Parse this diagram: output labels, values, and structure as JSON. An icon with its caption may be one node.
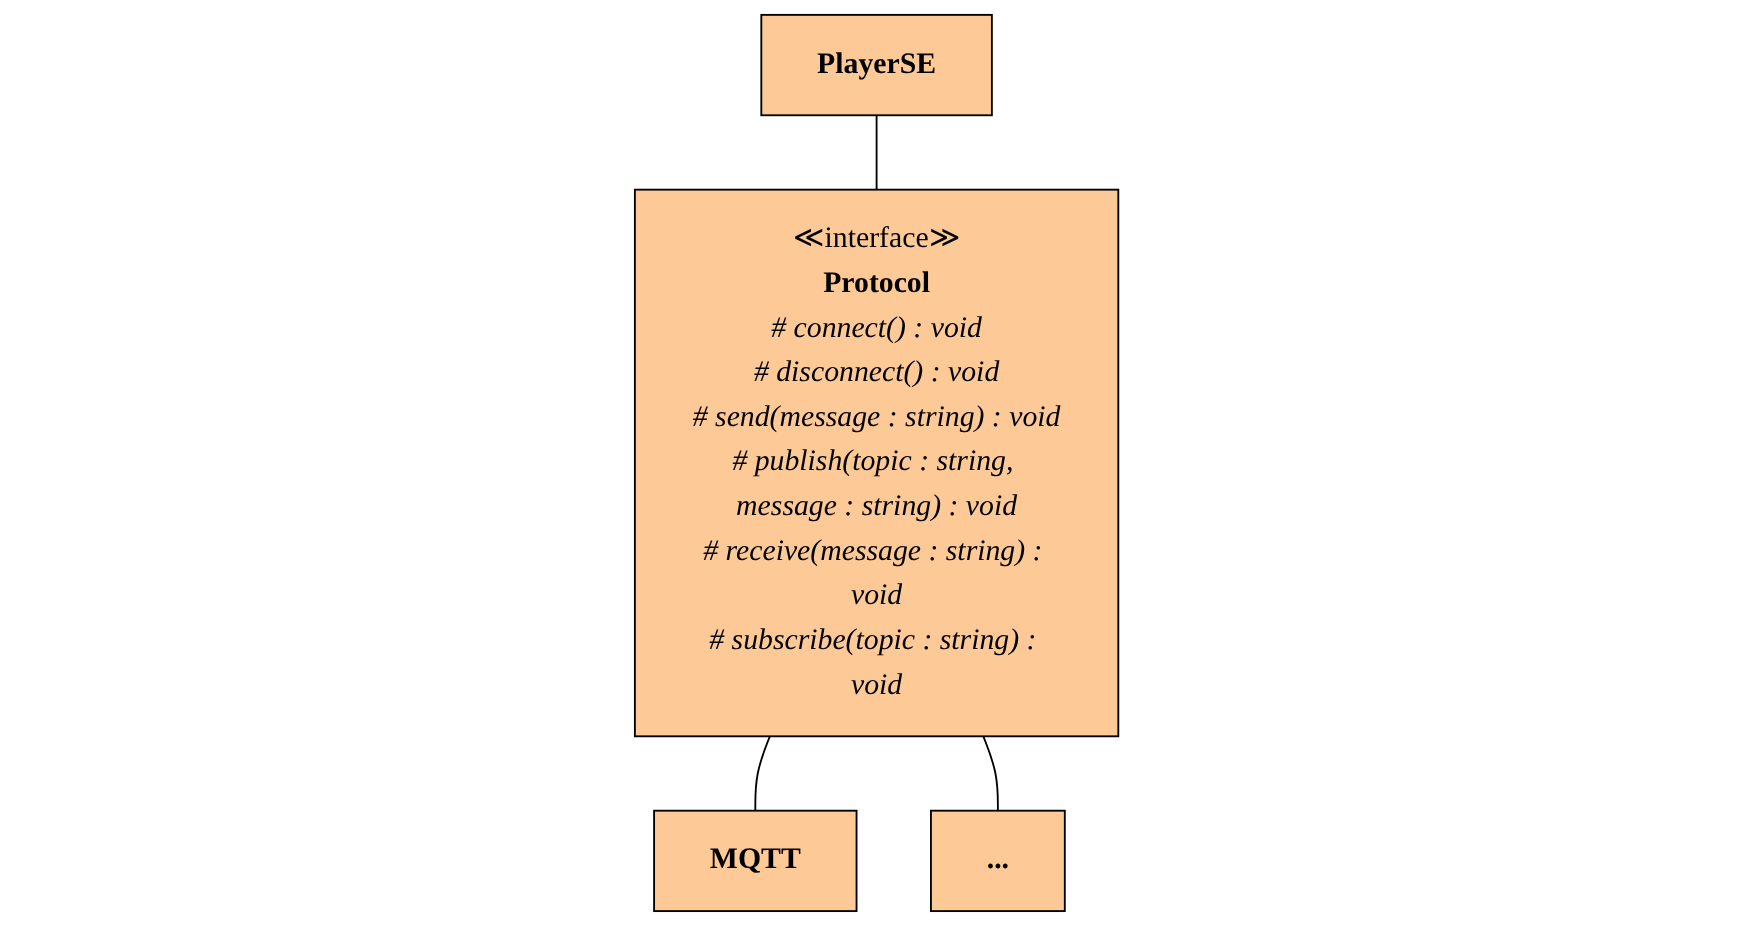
{
  "diagram": {
    "nodes": [
      {
        "text": [
          "PlayerSE"
        ]
      },
      {
        "text": [
          "≪interface≫",
          "Protocol",
          "# connect() : void",
          "# disconnect() : void",
          "# send(message : string) : void",
          "# publish(topic : string, message : string) : void",
          "# receive(message : string) : void",
          "# subscribe(topic : string) : void"
        ]
      },
      {
        "text": [
          "MQTT"
        ]
      },
      {
        "text": [
          "..."
        ]
      }
    ],
    "edges": [
      {
        "from": 0,
        "to": 1,
        "arrow": "none"
      },
      {
        "from": 1,
        "to": 2,
        "arrow": "none"
      },
      {
        "from": 1,
        "to": 3,
        "arrow": "none"
      }
    ]
  }
}
